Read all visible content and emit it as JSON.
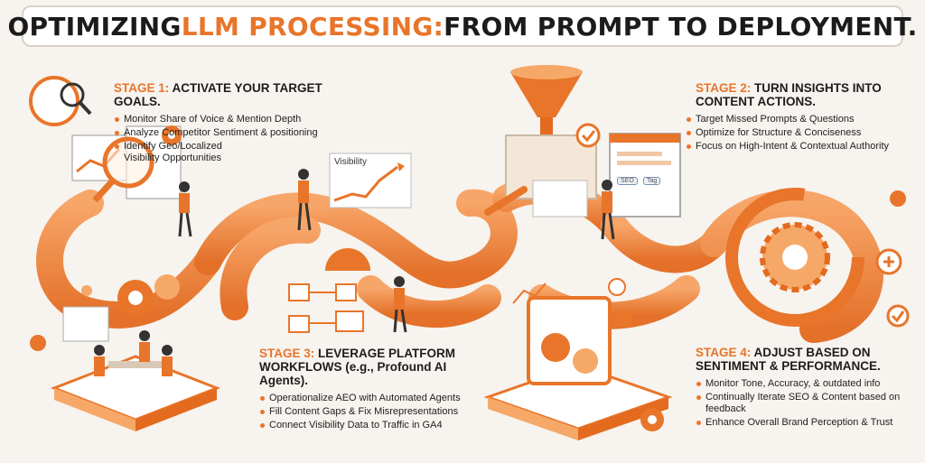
{
  "title": {
    "part1": "OPTIMIZING ",
    "part2": "LLM PROCESSING:",
    "part3": " FROM PROMPT TO DEPLOYMENT."
  },
  "stages": [
    {
      "id": "stage1",
      "number": "STAGE 1:",
      "heading": "ACTIVATE YOUR TARGET GOALS.",
      "bullets": [
        "Monitor Share of Voice & Mention Depth",
        "Analyze Competitor Sentiment & positioning",
        "Identify Geo/Localized Visibility Opportunities"
      ]
    },
    {
      "id": "stage2",
      "number": "STAGE 2:",
      "heading": "TURN INSIGHTS INTO CONTENT ACTIONS.",
      "bullets": [
        "Target Missed Prompts & Questions",
        "Optimize for Structure & Conciseness",
        "Focus on High-Intent & Contextual Authority"
      ]
    },
    {
      "id": "stage3",
      "number": "STAGE 3:",
      "heading": "LEVERAGE PLATFORM WORKFLOWS (e.g., Profound AI Agents).",
      "bullets": [
        "Operationalize AEO with Automated Agents",
        "Fill Content Gaps & Fix Misrepresentations",
        "Connect Visibility Data to Traffic in GA4"
      ]
    },
    {
      "id": "stage4",
      "number": "STAGE 4:",
      "heading": "ADJUST BASED ON SENTIMENT & PERFORMANCE.",
      "bullets": [
        "Monitor Tone, Accuracy, & outdated info",
        "Continually Iterate SEO & Content based on feedback",
        "Enhance Overall Brand Perception & Trust"
      ]
    }
  ],
  "illustration_labels": {
    "visibility": "Visibility",
    "seo": "SEO",
    "tag": "Tag"
  },
  "colors": {
    "accent": "#e8752a",
    "accent_light": "#f6a868",
    "background": "#f7f3ee",
    "text": "#1d1d1d"
  }
}
